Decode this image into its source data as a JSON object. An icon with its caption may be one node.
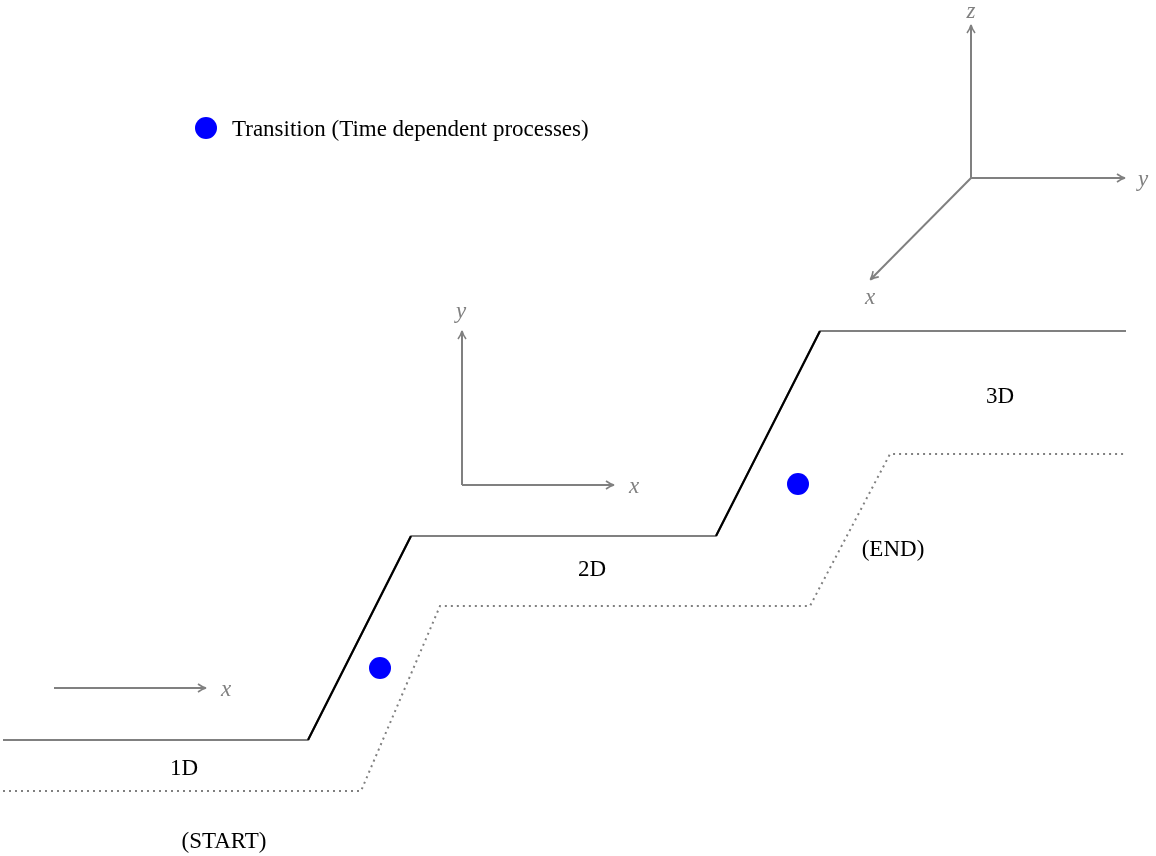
{
  "diagram": {
    "labels": [
      "z",
      "y",
      "x",
      "y",
      "3D",
      "x",
      "(END)",
      "2D",
      "x",
      "1D",
      "(START)"
    ],
    "legend": [
      {
        "text": "Transition (Time dependent processes)",
        "color": "#0000ff"
      }
    ]
  }
}
